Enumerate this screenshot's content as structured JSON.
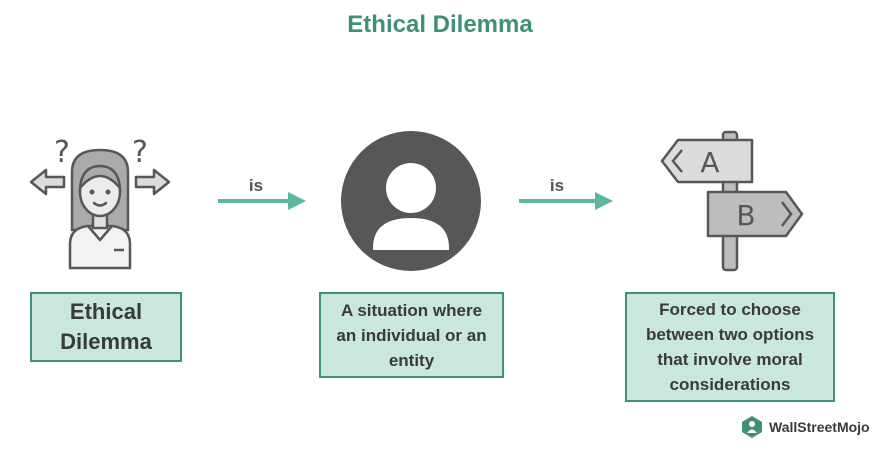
{
  "title": "Ethical Dilemma",
  "arrows": [
    {
      "label": "is"
    },
    {
      "label": "is"
    }
  ],
  "boxes": [
    {
      "text": "Ethical Dilemma"
    },
    {
      "text": "A situation where an individual or an entity"
    },
    {
      "text": "Forced to choose between two options that involve moral considerations"
    }
  ],
  "signpost": {
    "sign_a": "A",
    "sign_b": "B"
  },
  "logo": {
    "text": "WallStreetMojo"
  },
  "colors": {
    "accent": "#3f8f79",
    "box_fill": "#c9e7dd",
    "arrow": "#5bb89c",
    "icon_gray": "#575757"
  }
}
